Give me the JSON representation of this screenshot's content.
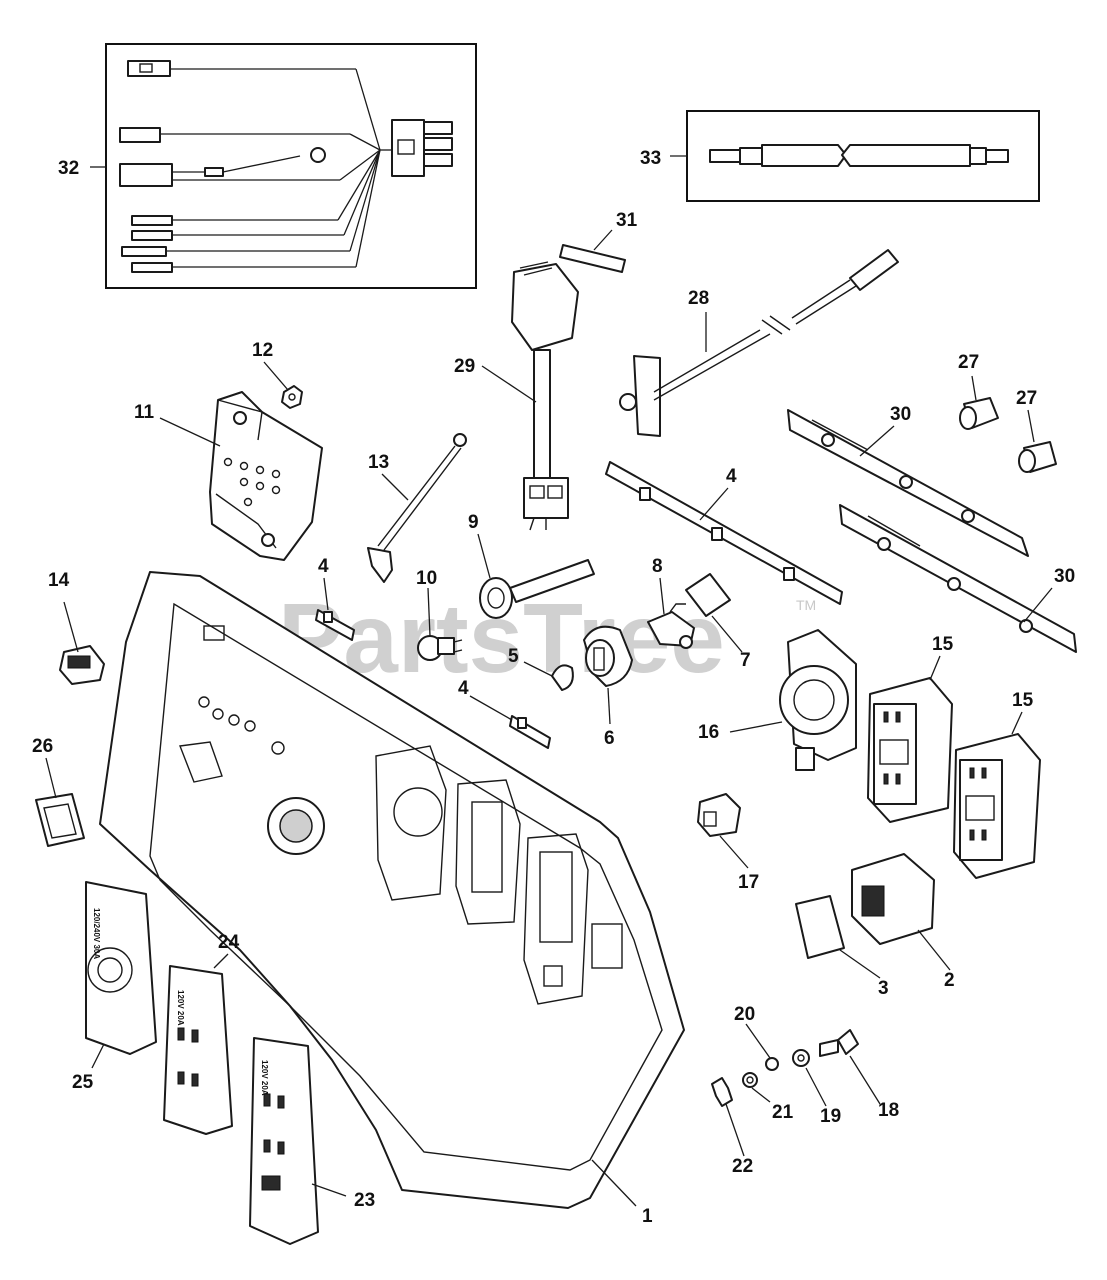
{
  "watermark": {
    "text": "PartsTree",
    "tm": "TM"
  },
  "outlet_labels": {
    "twist_lock": "120/240V 30A",
    "duplex_a": "120V 20A",
    "duplex_b": "120V 20A"
  },
  "callouts": [
    {
      "id": "c1",
      "label": "1"
    },
    {
      "id": "c2",
      "label": "2"
    },
    {
      "id": "c3",
      "label": "3"
    },
    {
      "id": "c4a",
      "label": "4"
    },
    {
      "id": "c4b",
      "label": "4"
    },
    {
      "id": "c4c",
      "label": "4"
    },
    {
      "id": "c5",
      "label": "5"
    },
    {
      "id": "c6",
      "label": "6"
    },
    {
      "id": "c7",
      "label": "7"
    },
    {
      "id": "c8",
      "label": "8"
    },
    {
      "id": "c9",
      "label": "9"
    },
    {
      "id": "c10",
      "label": "10"
    },
    {
      "id": "c11",
      "label": "11"
    },
    {
      "id": "c12",
      "label": "12"
    },
    {
      "id": "c13",
      "label": "13"
    },
    {
      "id": "c14",
      "label": "14"
    },
    {
      "id": "c15a",
      "label": "15"
    },
    {
      "id": "c15b",
      "label": "15"
    },
    {
      "id": "c16",
      "label": "16"
    },
    {
      "id": "c17",
      "label": "17"
    },
    {
      "id": "c18",
      "label": "18"
    },
    {
      "id": "c19",
      "label": "19"
    },
    {
      "id": "c20",
      "label": "20"
    },
    {
      "id": "c21",
      "label": "21"
    },
    {
      "id": "c22",
      "label": "22"
    },
    {
      "id": "c23",
      "label": "23"
    },
    {
      "id": "c24",
      "label": "24"
    },
    {
      "id": "c25",
      "label": "25"
    },
    {
      "id": "c26",
      "label": "26"
    },
    {
      "id": "c27a",
      "label": "27"
    },
    {
      "id": "c27b",
      "label": "27"
    },
    {
      "id": "c28",
      "label": "28"
    },
    {
      "id": "c29",
      "label": "29"
    },
    {
      "id": "c30a",
      "label": "30"
    },
    {
      "id": "c30b",
      "label": "30"
    },
    {
      "id": "c31",
      "label": "31"
    },
    {
      "id": "c32",
      "label": "32"
    },
    {
      "id": "c33",
      "label": "33"
    }
  ]
}
